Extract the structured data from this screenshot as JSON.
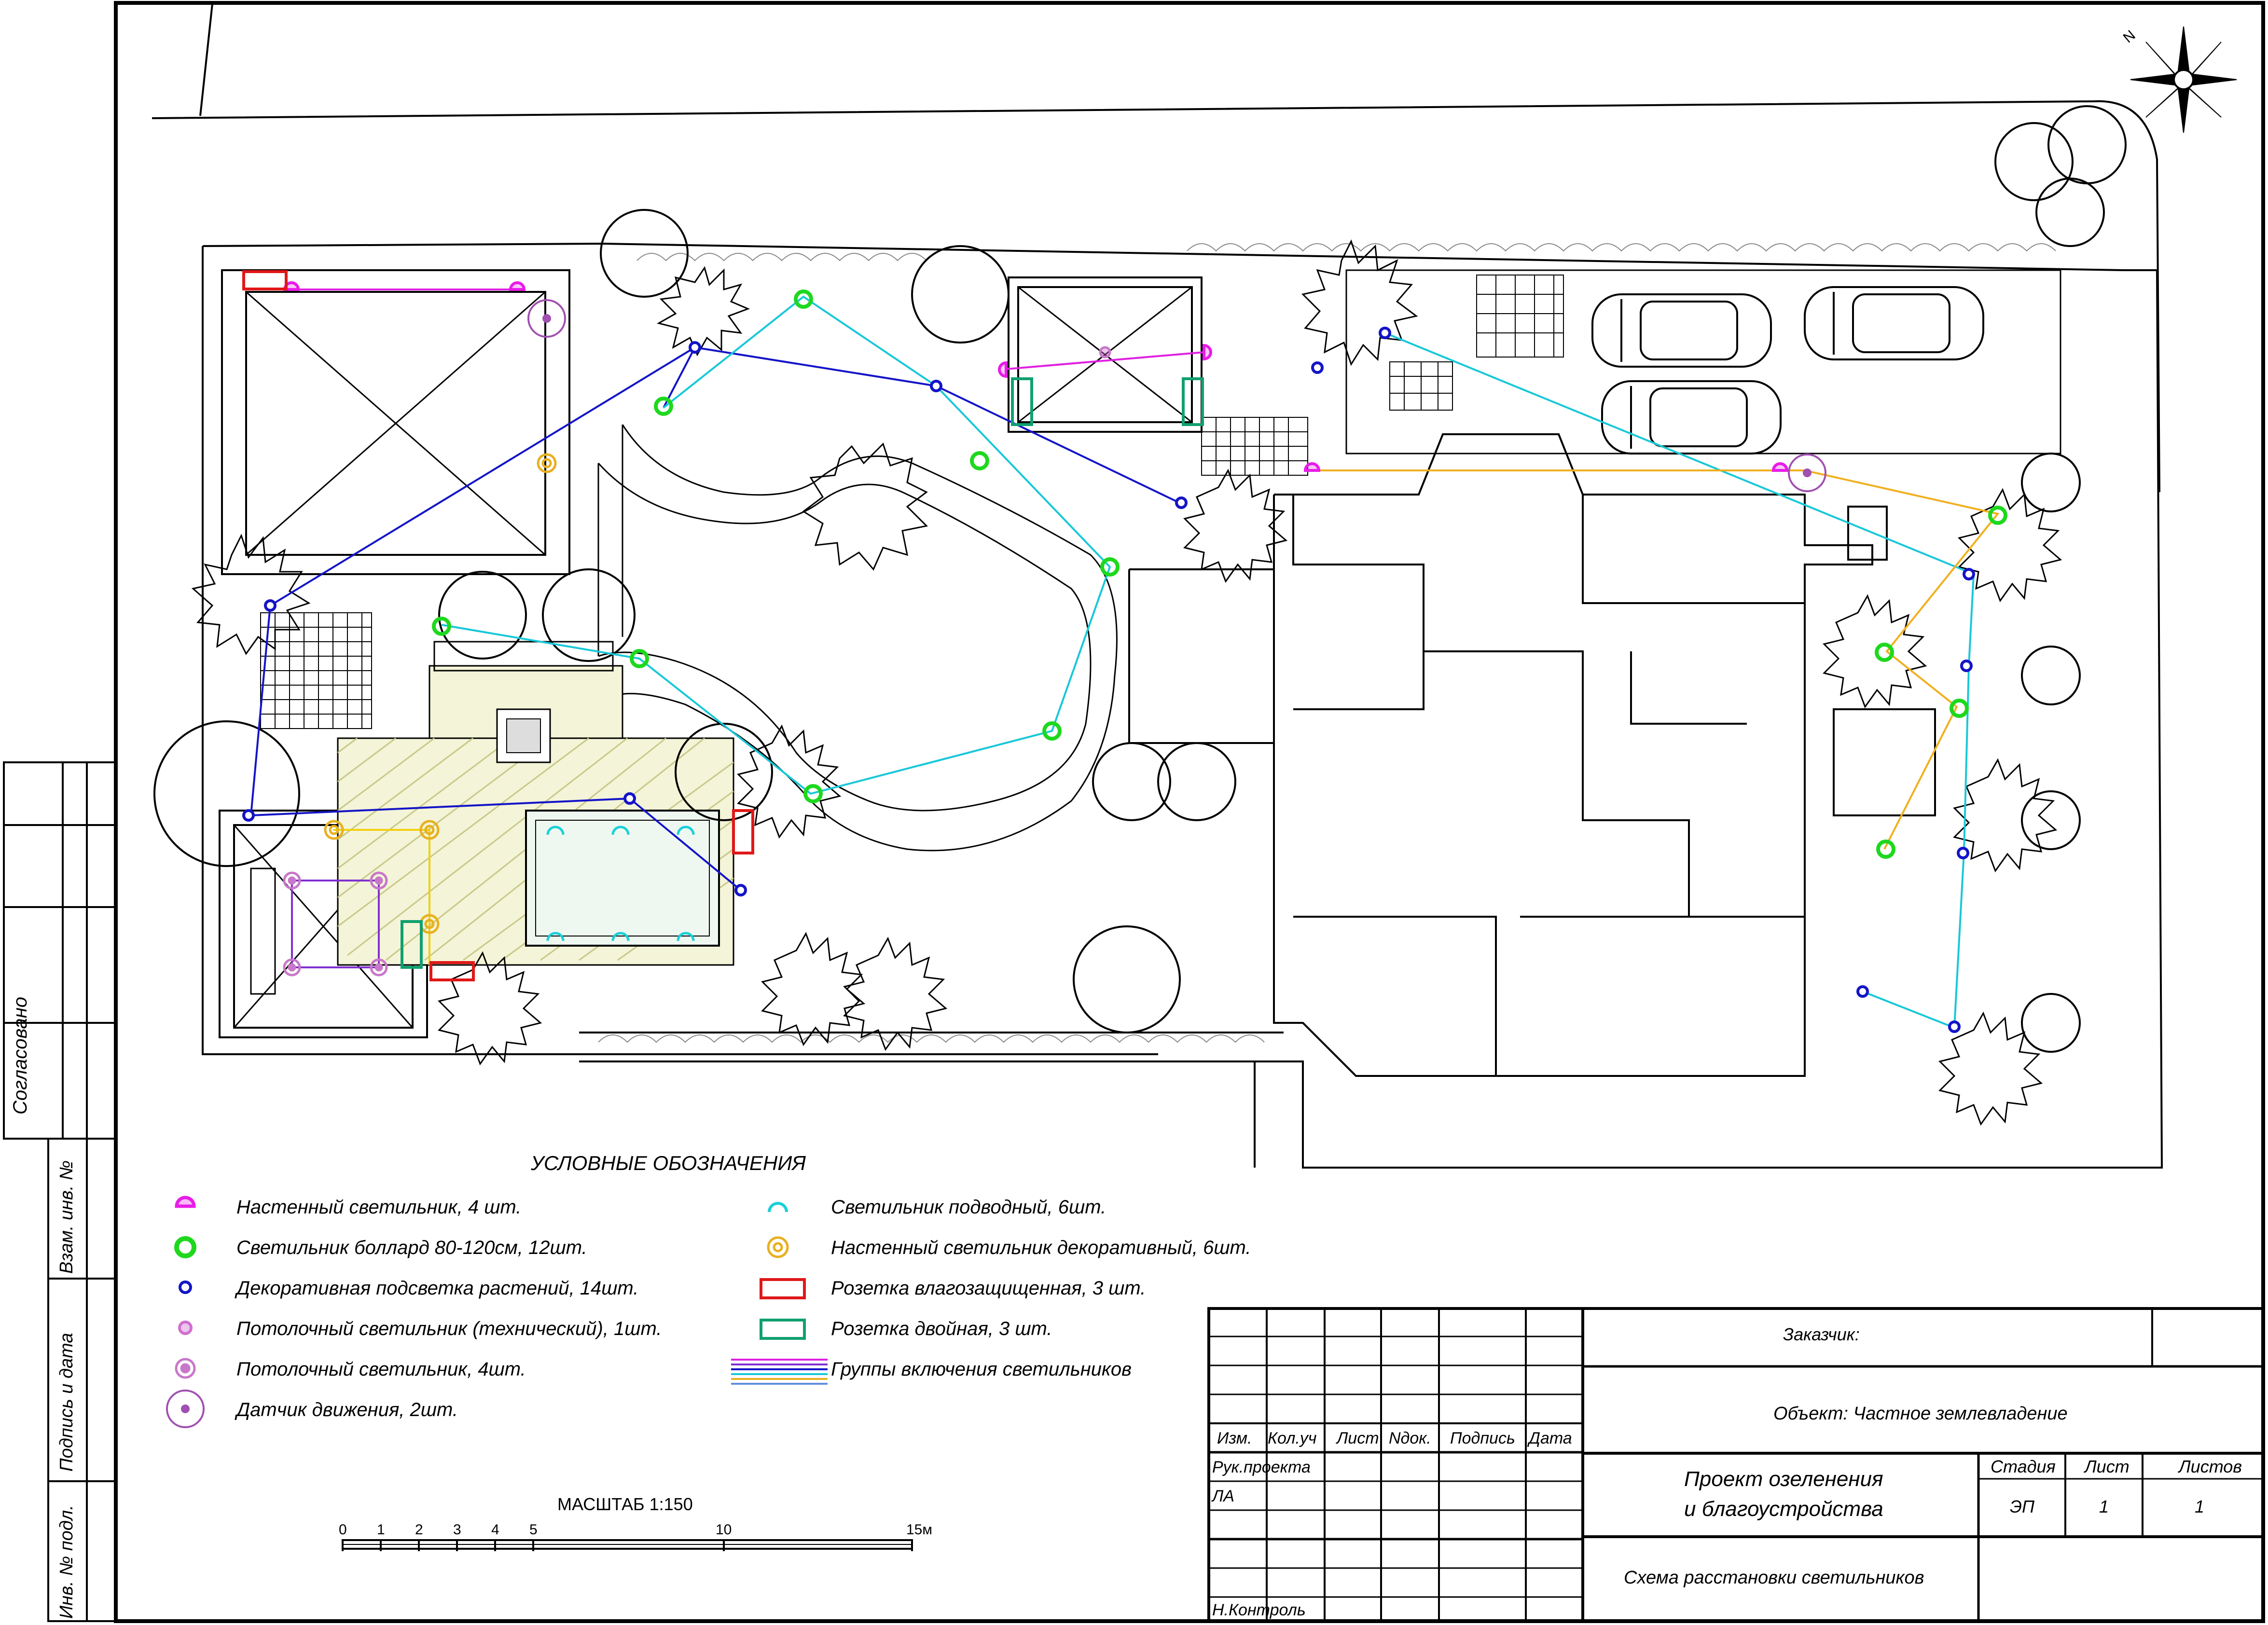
{
  "colors": {
    "wall_light": "#e81ce8",
    "bollard": "#1ed81e",
    "plant_light": "#1414c8",
    "tech_ceiling": "#d070d0",
    "ceiling": "#c878c8",
    "motion_sensor": "#a050b0",
    "underwater": "#18d0d8",
    "deco_wall": "#e8b020",
    "socket_wet": "#e01818",
    "socket_double": "#10a070",
    "line_blue": "#1010c0",
    "line_cyan": "#18c8d8",
    "line_yellow": "#f0b020",
    "line_magenta": "#e020e0",
    "line_violet": "#8030d0",
    "ink": "#000000"
  },
  "legend": {
    "title": "УСЛОВНЫЕ ОБОЗНАЧЕНИЯ",
    "left": [
      {
        "icon": "wall-light-icon",
        "label": "Настенный светильник, 4 шт."
      },
      {
        "icon": "bollard-icon",
        "label": "Светильник боллард 80-120см, 12шт."
      },
      {
        "icon": "plant-uplight-icon",
        "label": "Декоративная подсветка растений, 14шт."
      },
      {
        "icon": "tech-ceiling-light-icon",
        "label": "Потолочный светильник (технический), 1шт."
      },
      {
        "icon": "ceiling-light-icon",
        "label": "Потолочный светильник, 4шт."
      },
      {
        "icon": "motion-sensor-icon",
        "label": "Датчик движения, 2шт."
      }
    ],
    "right": [
      {
        "icon": "underwater-light-icon",
        "label": "Светильник подводный, 6шт."
      },
      {
        "icon": "decorative-wall-light-icon",
        "label": "Настенный светильник декоративный, 6шт."
      },
      {
        "icon": "waterproof-socket-icon",
        "label": "Розетка влагозащищенная, 3 шт."
      },
      {
        "icon": "double-socket-icon",
        "label": "Розетка двойная, 3 шт."
      },
      {
        "icon": "switch-groups-icon",
        "label": "Группы включения светильников"
      }
    ]
  },
  "scale": {
    "title": "МАСШТАБ 1:150",
    "ticks": [
      "0",
      "1",
      "2",
      "3",
      "4",
      "5",
      "10",
      "15м"
    ]
  },
  "side_stamp": {
    "agreed": "Согласовано",
    "swap_inv": "Взам. инв. №",
    "sign_date": "Подпись и дата",
    "inv_no": "Инв. № подл."
  },
  "title_block": {
    "headers": [
      "Изм.",
      "Кол.уч",
      "Лист",
      "Nдок.",
      "Подпись",
      "Дата"
    ],
    "roles": [
      "Рук.проекта",
      "ЛА",
      "Н.Контроль"
    ],
    "customer": "Заказчик:",
    "object": "Объект: Частное землевладение",
    "project": [
      "Проект озеленения",
      "и благоустройства"
    ],
    "stage_label": "Стадия",
    "sheet_label": "Лист",
    "sheets_label": "Листов",
    "stage_value": "ЭП",
    "sheet_value": "1",
    "sheets_value": "1",
    "drawing_title": "Схема расстановки светильников"
  }
}
